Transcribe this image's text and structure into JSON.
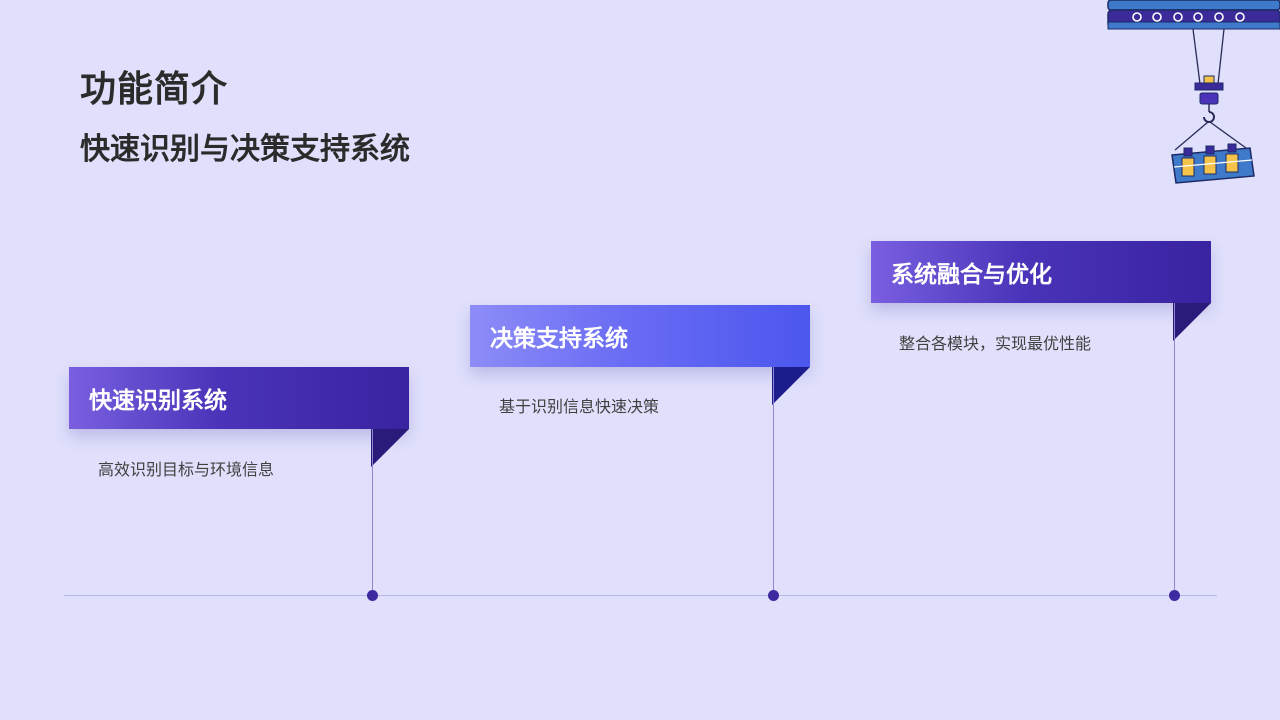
{
  "header": {
    "title": "功能简介",
    "subtitle": "快速识别与决策支持系统"
  },
  "steps": [
    {
      "title": "快速识别系统",
      "description": "高效识别目标与环境信息"
    },
    {
      "title": "决策支持系统",
      "description": "基于识别信息快速决策"
    },
    {
      "title": "系统融合与优化",
      "description": "整合各模块，实现最优性能"
    }
  ],
  "colors": {
    "background": "#e0e0fc",
    "accent_dark": "#3a23a0",
    "accent_blue": "#4c57ee",
    "text": "#2b2b2b"
  },
  "icons": [
    "crane-illustration-icon"
  ]
}
